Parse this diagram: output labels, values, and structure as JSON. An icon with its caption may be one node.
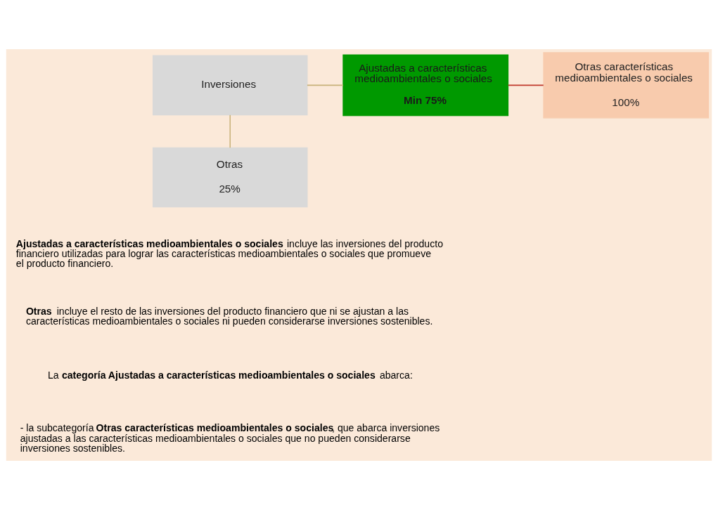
{
  "diagram": {
    "nodes": [
      {
        "text": [
          "Inversiones"
        ]
      },
      {
        "text": [
          "Ajustadas a características medioambientales o sociales",
          "**Min 75%**"
        ]
      },
      {
        "text": [
          "Otras características medioambientales o sociales",
          "100%"
        ]
      },
      {
        "text": [
          "Otras",
          "25%"
        ]
      }
    ],
    "edges": [
      {
        "from": 0,
        "to": 1,
        "arrow": "none"
      },
      {
        "from": 0,
        "to": 3,
        "arrow": "none"
      },
      {
        "from": 1,
        "to": 2,
        "arrow": "none",
        "color": "#c0392b"
      }
    ],
    "labels": [
      "**Ajustadas a características medioambientales o sociales** incluye las inversiones del producto financiero utilizadas para lograr las características medioambientales o sociales que promueve el producto financiero.",
      "**Otras** incluye el resto de las inversiones del producto financiero que ni se ajustan a las características medioambientales o sociales ni pueden considerarse inversiones sostenibles.",
      "La **categoría Ajustadas a características medioambientales o sociales** abarca:",
      "- la subcategoría **Otras características medioambientales o sociales**, que abarca inversiones ajustadas a las características medioambientales o sociales que no pueden considerarse inversiones sostenibles."
    ]
  }
}
